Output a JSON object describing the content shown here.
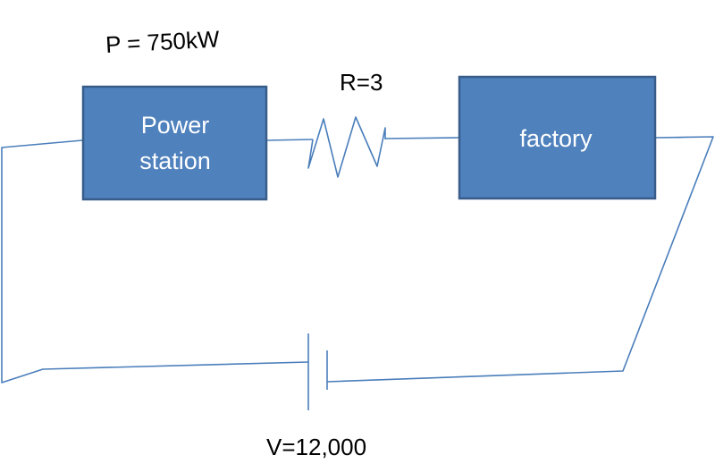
{
  "diagram": {
    "power_label": "P = 750kW",
    "resistance_label": "R=3",
    "voltage_label": "V=12,000",
    "power_station": {
      "line1": "Power",
      "line2": "station"
    },
    "factory": {
      "label": "factory"
    }
  },
  "colors": {
    "block_fill": "#4f81bd",
    "block_border": "#385d8a",
    "wire": "#4a7ebb",
    "block_text": "#ffffff",
    "label_text": "#000000"
  }
}
